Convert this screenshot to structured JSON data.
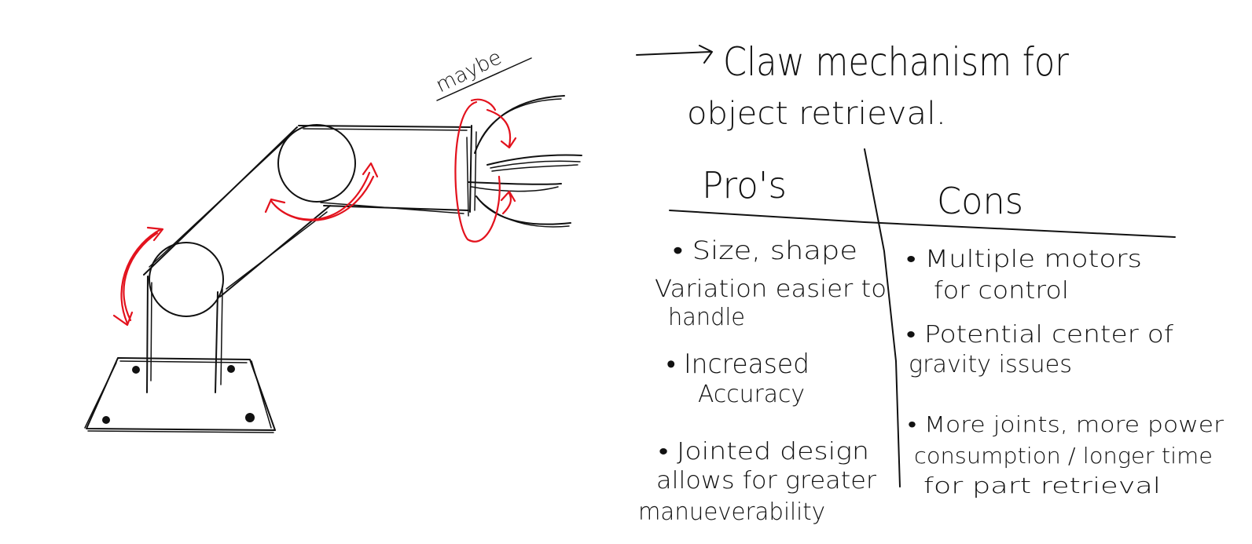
{
  "heading": {
    "line1": "Claw mechanism for",
    "line2": "object retrieval."
  },
  "annotation": {
    "maybe": "maybe"
  },
  "table": {
    "pros_header": "Pro's",
    "cons_header": "Cons",
    "pros": [
      {
        "lines": [
          "• Size, shape",
          "Variation easier to",
          "handle"
        ]
      },
      {
        "lines": [
          "• Increased",
          "Accuracy"
        ]
      },
      {
        "lines": [
          "• Jointed design",
          "allows for greater",
          "manueverability"
        ]
      }
    ],
    "cons": [
      {
        "lines": [
          "• Multiple motors",
          "for control"
        ]
      },
      {
        "lines": [
          "• Potential center of",
          "gravity issues"
        ]
      },
      {
        "lines": [
          "• More joints, more power",
          "consumption / longer time",
          "for part retrieval"
        ]
      }
    ]
  },
  "colors": {
    "ink": "#111111",
    "motion_arrows": "#e3121d",
    "background": "#ffffff"
  }
}
